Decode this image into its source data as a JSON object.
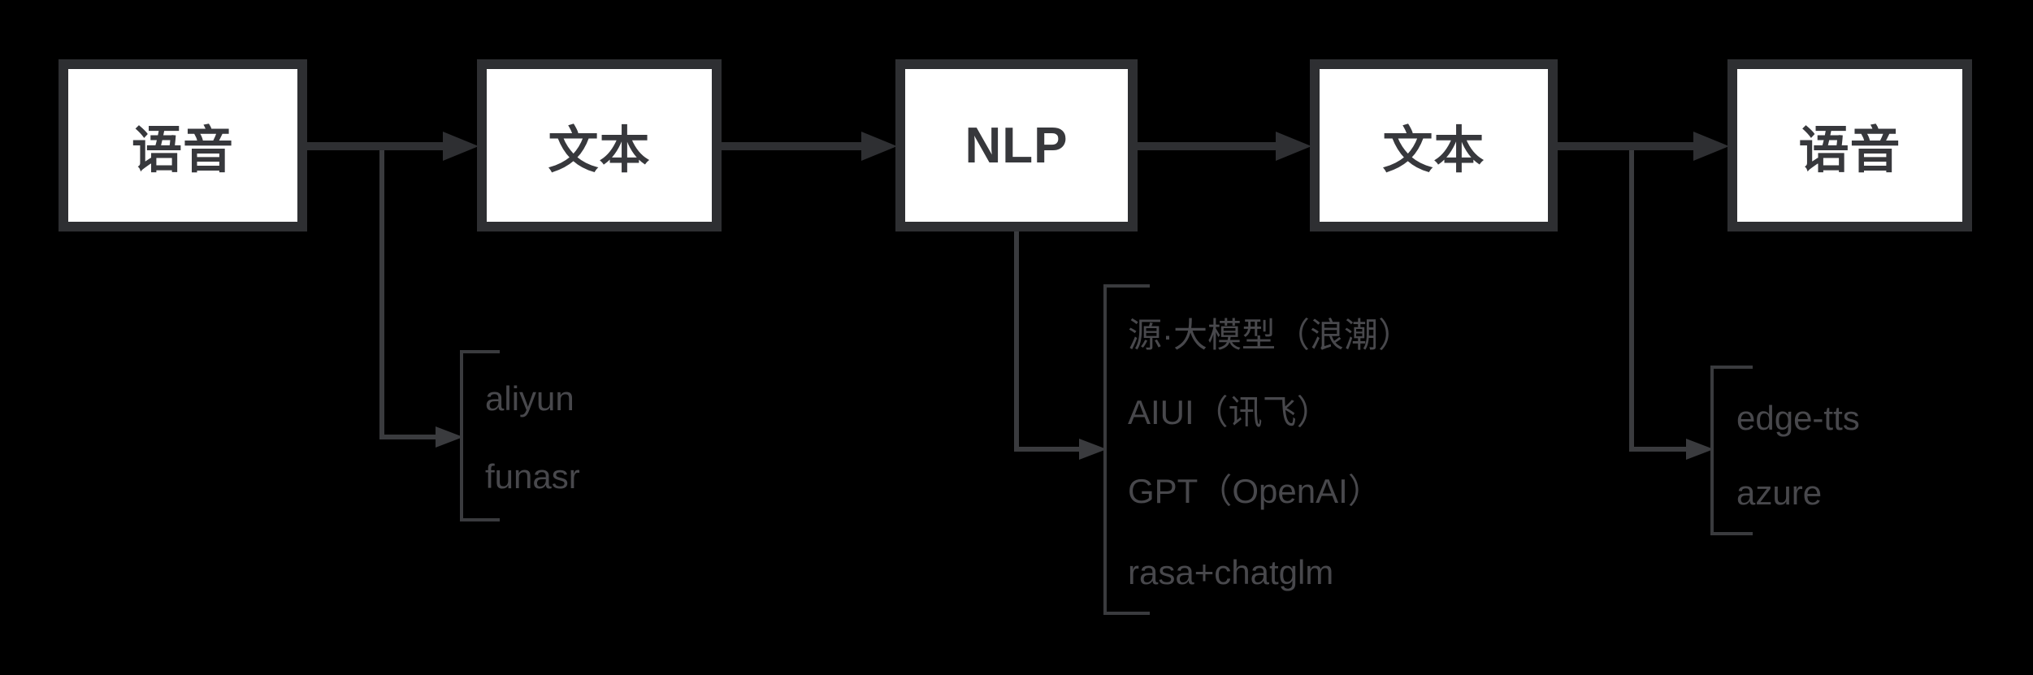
{
  "diagram_title": "voice-assistant-pipeline",
  "boxes": [
    {
      "label": "语音"
    },
    {
      "label": "文本"
    },
    {
      "label": "NLP"
    },
    {
      "label": "文本"
    },
    {
      "label": "语音"
    }
  ],
  "branches": {
    "asr": {
      "items": [
        "aliyun",
        "funasr"
      ]
    },
    "nlp": {
      "items": [
        "源·大模型（浪潮）",
        "AIUI（讯飞）",
        "GPT（OpenAI）",
        "rasa+chatglm"
      ]
    },
    "tts": {
      "items": [
        "edge-tts",
        "azure"
      ]
    }
  },
  "colors": {
    "background": "#000000",
    "box_fill": "#ffffff",
    "box_border": "#2e2f32",
    "box_text": "#37383c",
    "arrow": "#2e2f32",
    "branch_line": "#3a3b3e",
    "label_text": "#48484c"
  }
}
